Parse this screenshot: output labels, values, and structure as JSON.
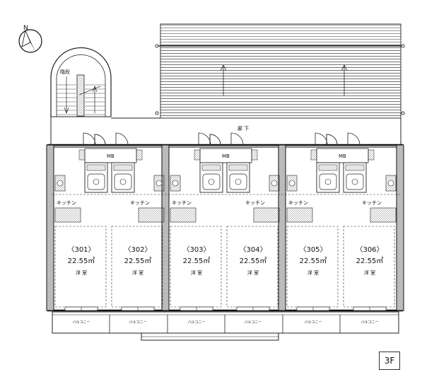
{
  "compass": {
    "north_label": "N"
  },
  "stairs_label": "階段",
  "corridor_label": "廊 下",
  "mb_label": "MB",
  "kitchen_label": "キッチン",
  "room_type_label": "洋 室",
  "balcony_label": "バルコニー",
  "floor_label": "3F",
  "units": [
    {
      "number": "〈301〉",
      "area": "22.55㎡"
    },
    {
      "number": "〈302〉",
      "area": "22.55㎡"
    },
    {
      "number": "〈303〉",
      "area": "22.55㎡"
    },
    {
      "number": "〈304〉",
      "area": "22.55㎡"
    },
    {
      "number": "〈305〉",
      "area": "22.55㎡"
    },
    {
      "number": "〈306〉",
      "area": "22.55㎡"
    }
  ]
}
